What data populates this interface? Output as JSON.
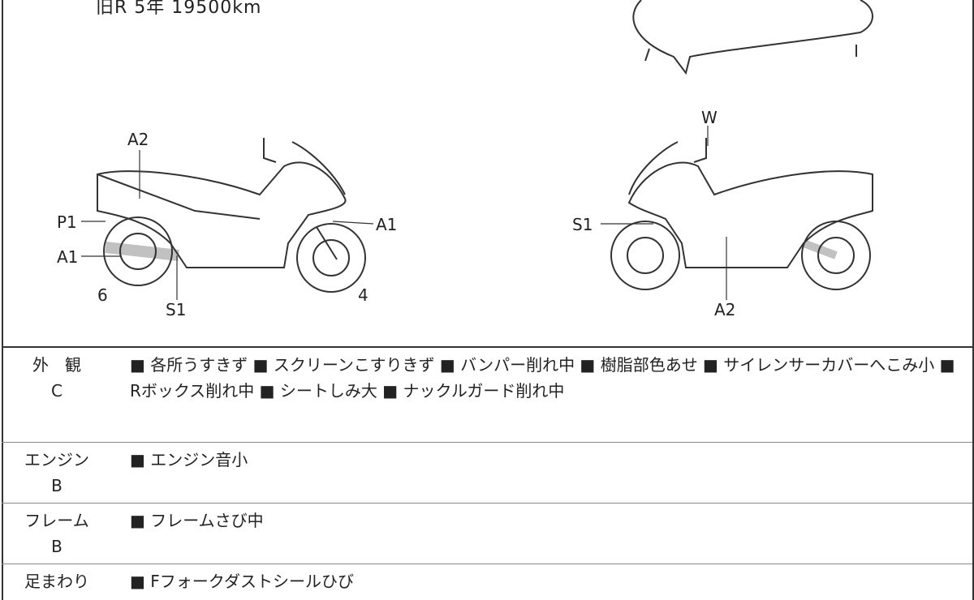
{
  "header": {
    "info": "旧R 5年 19500km"
  },
  "diagram_labels": {
    "left": {
      "a2": "A2",
      "p1": "P1",
      "a1_rear": "A1",
      "a1_front": "A1",
      "s1": "S1",
      "num6": "6",
      "num4": "4"
    },
    "right": {
      "w": "W",
      "s1": "S1",
      "a2": "A2"
    }
  },
  "rows": [
    {
      "title": "外　観",
      "grade": "C",
      "text": "■ 各所うすきず ■ スクリーンこすりきず ■ バンパー削れ中 ■ 樹脂部色あせ ■ サイレンサーカバーへこみ小 ■ Rボックス削れ中 ■ シートしみ大 ■ ナックルガード削れ中"
    },
    {
      "title": "エンジン",
      "grade": "B",
      "text": "■ エンジン音小"
    },
    {
      "title": "フレーム",
      "grade": "B",
      "text": "■ フレームさび中"
    },
    {
      "title": "足まわり",
      "grade": "",
      "text": "■ Fフォークダストシールひび"
    }
  ]
}
